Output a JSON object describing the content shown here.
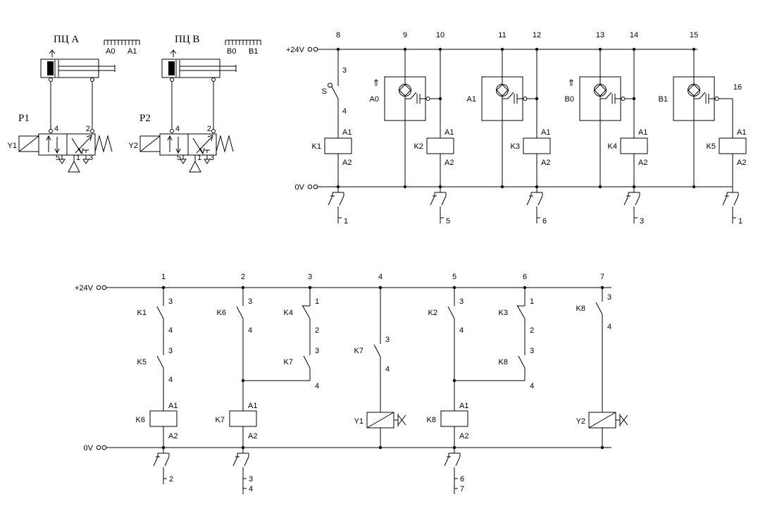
{
  "labels": {
    "arrow_up": "⇑",
    "a1": "A1",
    "a2": "A2",
    "n1": "1",
    "n2": "2",
    "n3": "3",
    "n4": "4",
    "n5": "5",
    "n6": "6",
    "n7": "7"
  },
  "pneumatic": {
    "cyl_a_title": "ПЦ A",
    "cyl_b_title": "ПЦ B",
    "scale_a0": "A0",
    "scale_a1": "A1",
    "scale_b0": "B0",
    "scale_b1": "B1",
    "valve1_name": "P1",
    "valve1_sol": "Y1",
    "valve2_name": "P2",
    "valve2_sol": "Y2",
    "port4": "4",
    "port2": "2",
    "port5": "5",
    "port1": "1",
    "port3": "3"
  },
  "ladder_top": {
    "rail_pos": "+24V",
    "rail_neg": "0V",
    "rungs": [
      "8",
      "9",
      "10",
      "11",
      "12",
      "13",
      "14",
      "15"
    ],
    "rung16": "16",
    "switch_name": "S",
    "sensor_a0": "A0",
    "sensor_a1": "A1",
    "sensor_b0": "B0",
    "sensor_b1": "B1",
    "k1": "K1",
    "k2": "K2",
    "k3": "K3",
    "k4": "K4",
    "k5": "K5",
    "xref_k1": "1",
    "xref_k2": "5",
    "xref_k3": "6",
    "xref_k4": "3",
    "xref_k5": "1"
  },
  "ladder_bottom": {
    "rail_pos": "+24V",
    "rail_neg": "0V",
    "rungs": [
      "1",
      "2",
      "3",
      "4",
      "5",
      "6",
      "7"
    ],
    "r1_c1": "K1",
    "r1_c2": "K5",
    "r1_coil": "K6",
    "r2_c1": "K6",
    "r2_coil": "K7",
    "r3_c1": "K4",
    "r3_c2": "K7",
    "r4_c1": "K7",
    "r4_sol": "Y1",
    "r5_c1": "K2",
    "r5_coil": "K8",
    "r6_c1": "K3",
    "r6_c2": "K8",
    "r7_c1": "K8",
    "r7_sol": "Y2",
    "xref_k6": "2",
    "xref_k7a": "3",
    "xref_k7b": "4",
    "xref_k8a": "6",
    "xref_k8b": "7"
  }
}
